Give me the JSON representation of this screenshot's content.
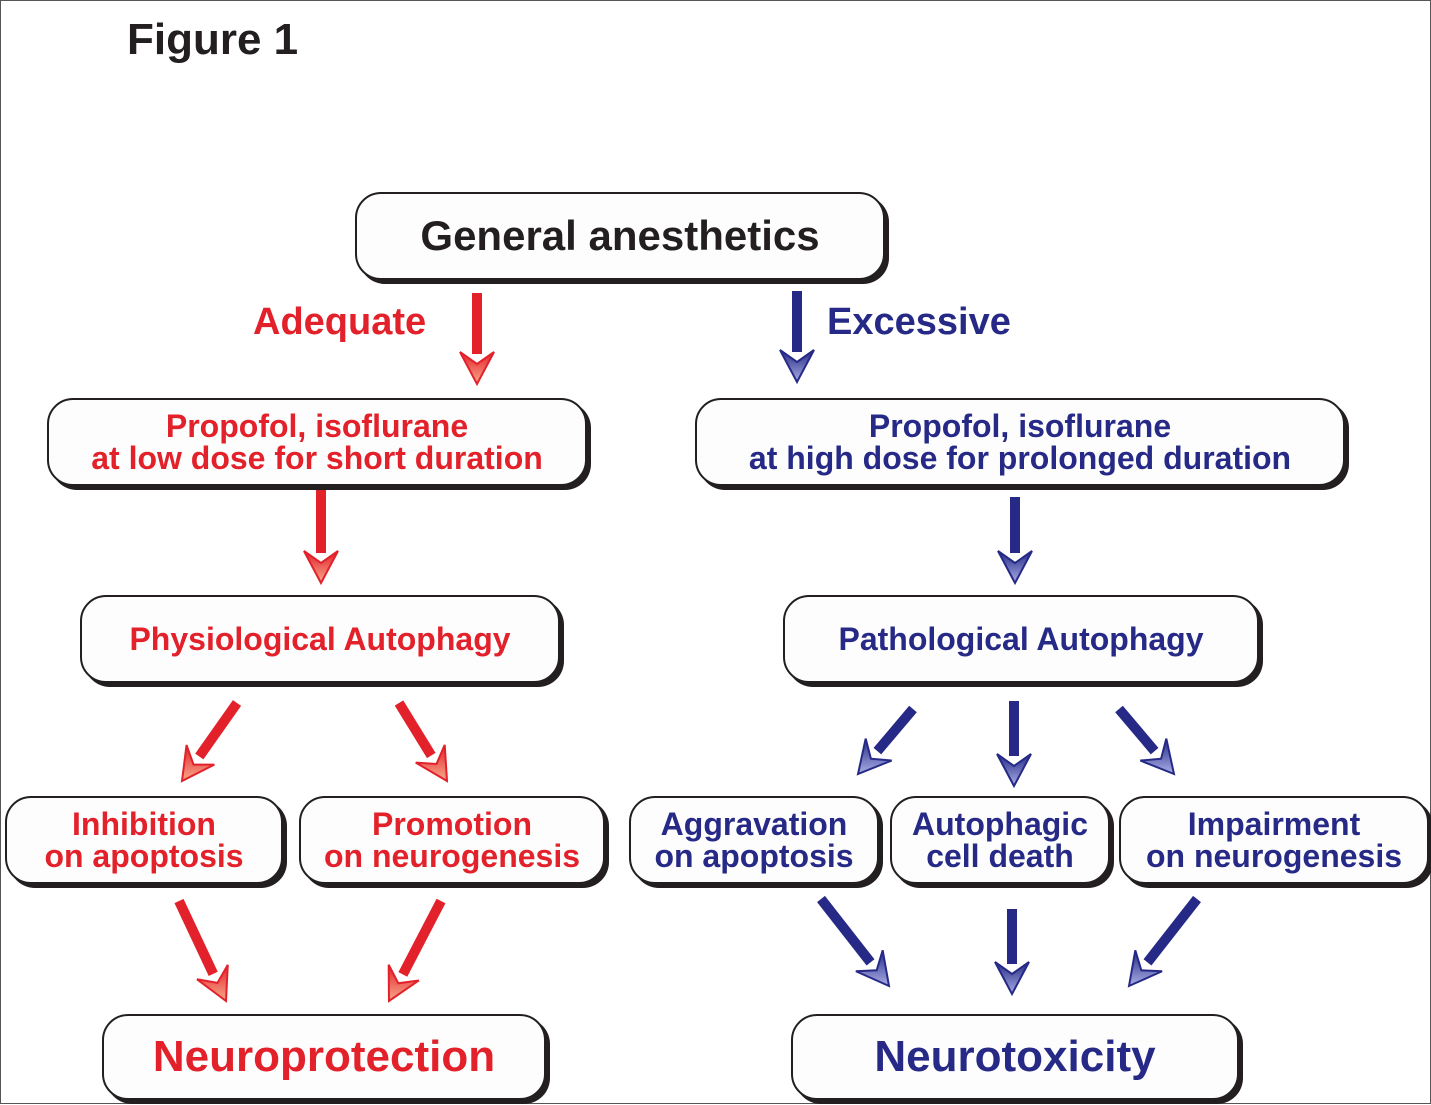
{
  "figure_label": "Figure 1",
  "root": "General anesthetics",
  "branches": {
    "left": {
      "condition": "Adequate",
      "dose_line1": "Propofol, isoflurane",
      "dose_line2": "at low dose for short duration",
      "autophagy": "Physiological Autophagy",
      "effect1_line1": "Inhibition",
      "effect1_line2": "on apoptosis",
      "effect2_line1": "Promotion",
      "effect2_line2": "on neurogenesis",
      "outcome": "Neuroprotection"
    },
    "right": {
      "condition": "Excessive",
      "dose_line1": "Propofol, isoflurane",
      "dose_line2": "at high dose for prolonged duration",
      "autophagy": "Pathological Autophagy",
      "effect1_line1": "Aggravation",
      "effect1_line2": "on apoptosis",
      "effect2_line1": "Autophagic",
      "effect2_line2": "cell death",
      "effect3_line1": "Impairment",
      "effect3_line2": "on neurogenesis",
      "outcome": "Neurotoxicity"
    }
  },
  "colors": {
    "adequate_red": "#e2212b",
    "excessive_blue": "#262a86",
    "box_outline": "#231f20"
  }
}
